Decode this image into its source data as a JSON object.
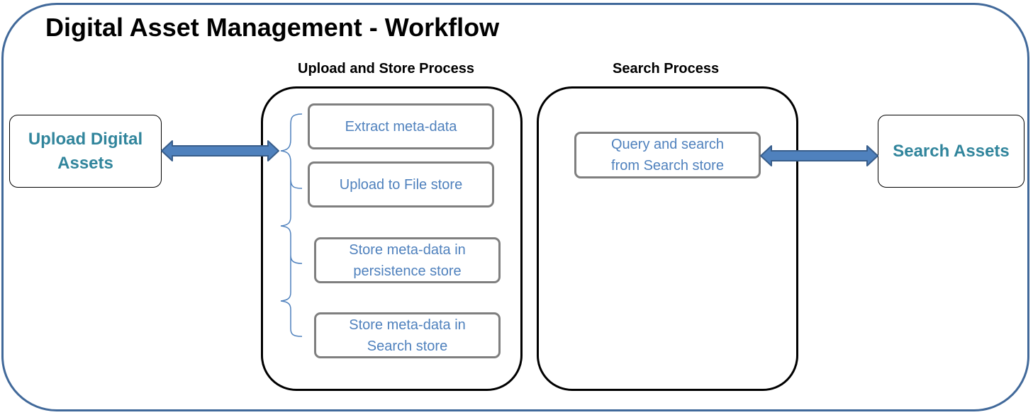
{
  "title": "Digital Asset Management - Workflow",
  "upload_process": {
    "heading": "Upload and Store Process",
    "steps": [
      "Extract meta-data",
      "Upload to File store",
      "Store meta-data in\npersistence store",
      "Store meta-data in\nSearch store"
    ]
  },
  "search_process": {
    "heading": "Search Process",
    "steps": [
      "Query and search\nfrom Search store"
    ]
  },
  "endpoints": {
    "upload": "Upload Digital\nAssets",
    "search": "Search Assets"
  },
  "colors": {
    "frame": "#41699a",
    "endpoint_text": "#31859c",
    "step_text": "#4f81bd",
    "step_border": "#7f7f7f",
    "arrow_fill": "#4f81bd",
    "arrow_stroke": "#385d8a",
    "brace": "#4f81bd"
  }
}
